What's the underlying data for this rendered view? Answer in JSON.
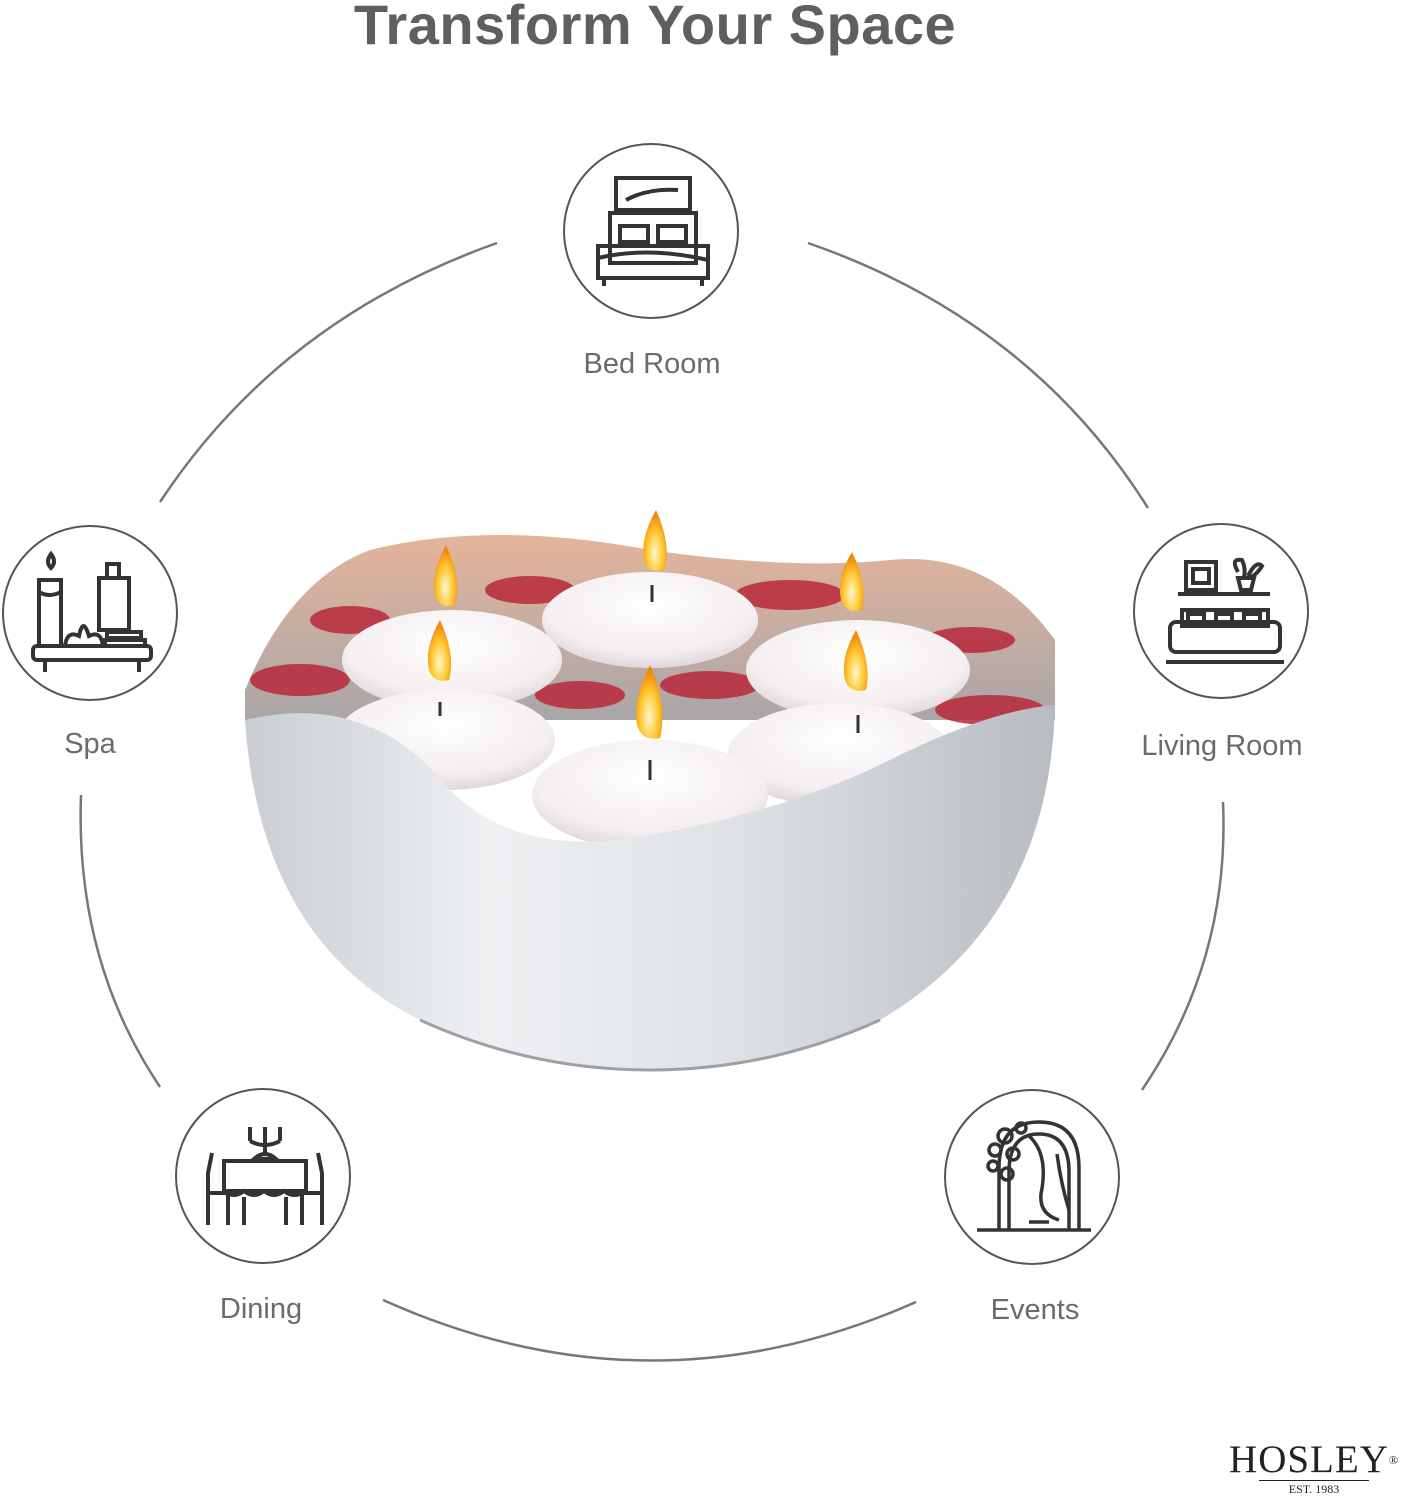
{
  "page": {
    "title": "Transform Your Space"
  },
  "features": [
    {
      "id": "bedroom",
      "label": "Bed Room",
      "icon": "bed-icon"
    },
    {
      "id": "spa",
      "label": "Spa",
      "icon": "spa-icon"
    },
    {
      "id": "living",
      "label": "Living Room",
      "icon": "sofa-icon"
    },
    {
      "id": "dining",
      "label": "Dining",
      "icon": "dining-table-icon"
    },
    {
      "id": "events",
      "label": "Events",
      "icon": "wedding-arch-icon"
    }
  ],
  "brand": {
    "name": "HOSLEY",
    "registered": "®",
    "established": "EST. 1983"
  },
  "colors": {
    "title": "#5f5f5f",
    "line": "#555555",
    "label": "#6b6b6b"
  }
}
